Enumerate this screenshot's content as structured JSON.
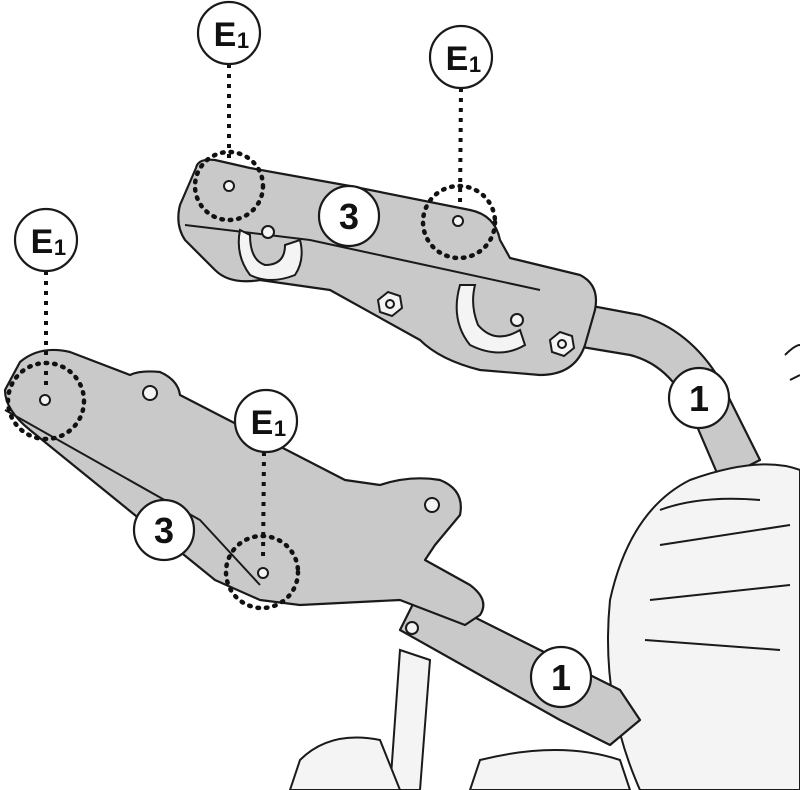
{
  "labels": {
    "e_main": "E",
    "e_sub": "1",
    "part_3": "3",
    "part_1": "1"
  },
  "colors": {
    "part_fill": "#c9c9c9",
    "outline": "#1a1a1a"
  }
}
